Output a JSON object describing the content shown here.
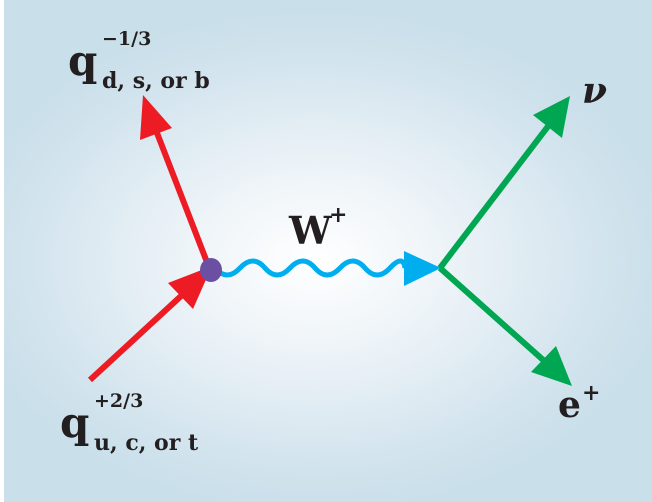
{
  "title": "W+ boson decay Feynman diagram",
  "labels": {
    "quark_out": {
      "symbol": "q",
      "charge": "−1/3",
      "flavors": "d, s, or b"
    },
    "quark_in": {
      "symbol": "q",
      "charge": "+2/3",
      "flavors": "u, c, or t"
    },
    "boson": {
      "symbol": "W",
      "charge": "+"
    },
    "neutrino": {
      "symbol": "ν"
    },
    "positron": {
      "symbol": "e",
      "charge": "+"
    }
  },
  "colors": {
    "quark": "#ed1c24",
    "boson": "#00aeef",
    "lepton": "#00a651",
    "vertex": "#6a4fa3"
  }
}
